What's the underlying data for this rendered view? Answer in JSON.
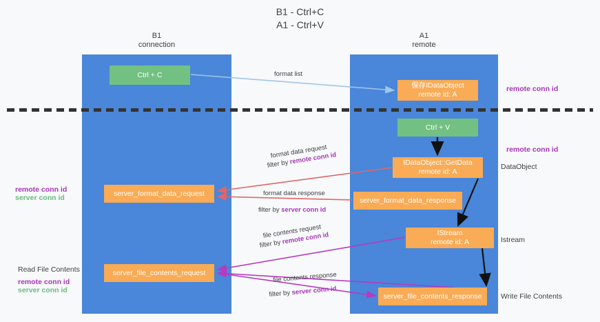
{
  "page": {
    "title": "B1 - Ctrl+C\nA1 - Ctrl+V"
  },
  "panels": [
    {
      "id": "b1",
      "title": "B1\nconnection",
      "color": "#4a86d9"
    },
    {
      "id": "a1",
      "title": "A1\nremote",
      "color": "#4a86d9"
    }
  ],
  "colors": {
    "panel_blue": "#4a86d9",
    "node_green": "#73c182",
    "node_orange": "#f9ab55",
    "accent_purple": "#a636b8",
    "accent_green": "#69bd7c",
    "arrow_lightblue": "#9fc5e8",
    "arrow_red": "#e06666",
    "arrow_magenta": "#b839c0",
    "arrow_black": "#111111",
    "background": "#f8f9fa"
  },
  "nodes": {
    "ctrl_c": "Ctrl + C",
    "save_data_object": "保存IDataObject\nremote id: A",
    "ctrl_v": "Ctrl + V",
    "get_data": "IDataObject::GetData\nremote id: A",
    "server_format_data_request": "server_format_data_request",
    "server_format_data_response": "server_format_data_response",
    "istream": "IStream\nremote id: A",
    "server_file_contents_request": "server_file_contents_request",
    "server_file_contents_response": "server_file_contents_response"
  },
  "right_labels": {
    "remote_conn_id_top": "remote conn id",
    "remote_conn_id_mid": "remote conn id",
    "data_object": "DataObject",
    "istream": "Istream",
    "write_file_contents": "Write File Contents"
  },
  "left_labels": {
    "remote_conn_id": "remote conn id",
    "server_conn_id": "server conn id",
    "read_file_contents": "Read File Contents",
    "remote_conn_id_2": "remote conn id",
    "server_conn_id_2": "server conn id"
  },
  "edge_labels": {
    "format_list": "format list",
    "format_data_request": "format data request",
    "format_data_request_filter_prefix": "filter by ",
    "format_data_request_filter_key": "remote conn id",
    "format_data_response": "format data response",
    "format_data_response_filter_prefix": "filter by ",
    "format_data_response_filter_key": "server conn id",
    "file_contents_request": "file contents request",
    "file_contents_request_filter_prefix": "filter by ",
    "file_contents_request_filter_key": "remote conn id",
    "file_contents_response": "file contents response",
    "file_contents_response_filter_prefix": "filter by ",
    "file_contents_response_filter_key": "server conn id"
  }
}
